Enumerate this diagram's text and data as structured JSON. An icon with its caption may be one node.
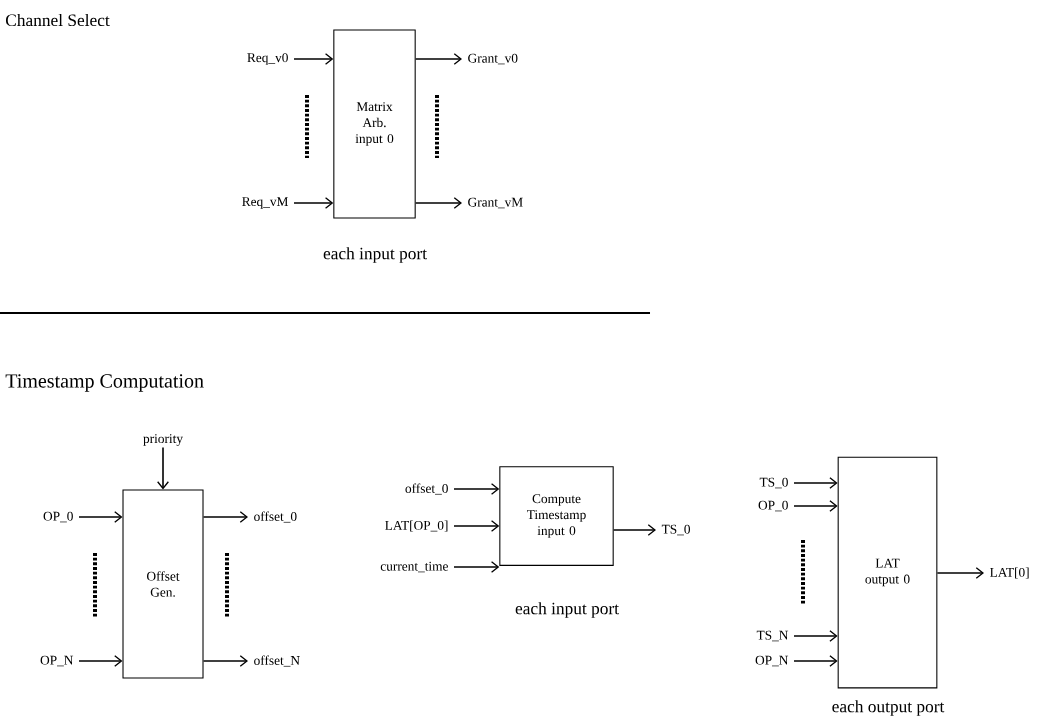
{
  "diagram": {
    "nodes": [
      {
        "text": [
          "Matrix Arb. input 0"
        ],
        "beside": [
          "each input port"
        ]
      },
      {
        "text": [
          "Req_v0"
        ]
      },
      {
        "text": [
          "Req_vM"
        ]
      },
      {
        "text": [
          "Grant_v0"
        ]
      },
      {
        "text": [
          "Grant_vM"
        ]
      },
      {
        "text": [
          "priority"
        ]
      },
      {
        "text": [
          "OP_0"
        ]
      },
      {
        "text": [
          "OP_N"
        ]
      },
      {
        "text": [
          "Offset Gen."
        ]
      },
      {
        "text": [
          "offset_0"
        ]
      },
      {
        "text": [
          "offset_N"
        ]
      },
      {
        "text": [
          "offset_0"
        ]
      },
      {
        "text": [
          "LAT[OP_0]"
        ]
      },
      {
        "text": [
          "current_time"
        ]
      },
      {
        "text": [
          "Compute Timestamp input 0"
        ],
        "beside": [
          "each input port"
        ]
      },
      {
        "text": [
          "TS_0"
        ]
      },
      {
        "text": [
          "TS_0"
        ]
      },
      {
        "text": [
          "OP_0"
        ]
      },
      {
        "text": [
          "TS_N"
        ]
      },
      {
        "text": [
          "OP_N"
        ]
      },
      {
        "text": [
          "LAT output 0"
        ],
        "beside": [
          "each output port"
        ]
      },
      {
        "text": [
          "LAT[0]"
        ]
      }
    ],
    "edges": [
      {
        "from": 1,
        "to": 0,
        "arrow": "to"
      },
      {
        "from": 2,
        "to": 0,
        "arrow": "to"
      },
      {
        "from": 0,
        "to": 3,
        "arrow": "to"
      },
      {
        "from": 0,
        "to": 4,
        "arrow": "to"
      },
      {
        "from": 5,
        "to": 8,
        "arrow": "to"
      },
      {
        "from": 6,
        "to": 8,
        "arrow": "to"
      },
      {
        "from": 7,
        "to": 8,
        "arrow": "to"
      },
      {
        "from": 8,
        "to": 9,
        "arrow": "to"
      },
      {
        "from": 8,
        "to": 10,
        "arrow": "to"
      },
      {
        "from": 11,
        "to": 14,
        "arrow": "to"
      },
      {
        "from": 12,
        "to": 14,
        "arrow": "to"
      },
      {
        "from": 13,
        "to": 14,
        "arrow": "to"
      },
      {
        "from": 14,
        "to": 15,
        "arrow": "to"
      },
      {
        "from": 16,
        "to": 20,
        "arrow": "to"
      },
      {
        "from": 17,
        "to": 20,
        "arrow": "to"
      },
      {
        "from": 18,
        "to": 20,
        "arrow": "to"
      },
      {
        "from": 19,
        "to": 20,
        "arrow": "to"
      },
      {
        "from": 20,
        "to": 21,
        "arrow": "to"
      }
    ],
    "labels": [
      "Channel Select",
      "Timestamp Computation"
    ]
  }
}
